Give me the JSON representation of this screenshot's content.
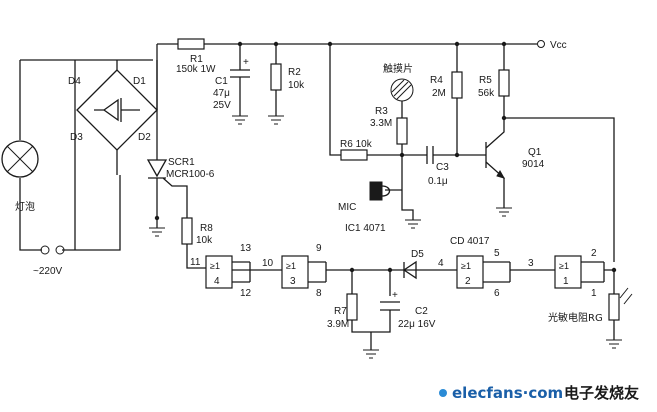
{
  "supply": {
    "label": "Vcc"
  },
  "mains": {
    "lamp_label": "灯泡",
    "voltage_label": "~220V"
  },
  "bridge": {
    "d1": "D1",
    "d2": "D2",
    "d3": "D3",
    "d4": "D4"
  },
  "components": {
    "r1": {
      "name": "R1",
      "value": "150k  1W"
    },
    "c1": {
      "name": "C1",
      "value1": "47μ",
      "value2": "25V",
      "polarity": "+"
    },
    "r2": {
      "name": "R2",
      "value": "10k"
    },
    "touch": {
      "label": "触摸片"
    },
    "r3": {
      "name": "R3",
      "value": "3.3M"
    },
    "r4": {
      "name": "R4",
      "value": "2M"
    },
    "r5": {
      "name": "R5",
      "value": "56k"
    },
    "q1": {
      "name": "Q1",
      "value": "9014"
    },
    "r6": {
      "name": "R6",
      "value": "10k"
    },
    "c3": {
      "name": "C3",
      "value": "0.1μ"
    },
    "mic": {
      "name": "MIC"
    },
    "ic1": {
      "name": "IC1  4071"
    },
    "scr": {
      "name": "SCR1",
      "value": "MCR100-6"
    },
    "r8": {
      "name": "R8",
      "value": "10k"
    },
    "r7": {
      "name": "R7",
      "value": "3.9M"
    },
    "c2": {
      "name": "C2",
      "value": "22μ  16V",
      "polarity": "+"
    },
    "d5": {
      "name": "D5"
    },
    "ic2": {
      "name": "CD 4017"
    },
    "ldr": {
      "name": "光敏电阻RG"
    }
  },
  "gates": [
    {
      "symbol": "≥1",
      "number": "4"
    },
    {
      "symbol": "≥1",
      "number": "3"
    },
    {
      "symbol": "≥1",
      "number": "2"
    },
    {
      "symbol": "≥1",
      "number": "1"
    }
  ],
  "pins": [
    "11",
    "13",
    "12",
    "10",
    "9",
    "8",
    "4",
    "5",
    "6",
    "3",
    "2",
    "1"
  ],
  "watermark": {
    "domain": "elecfans·com",
    "cn": "电子发烧友"
  }
}
